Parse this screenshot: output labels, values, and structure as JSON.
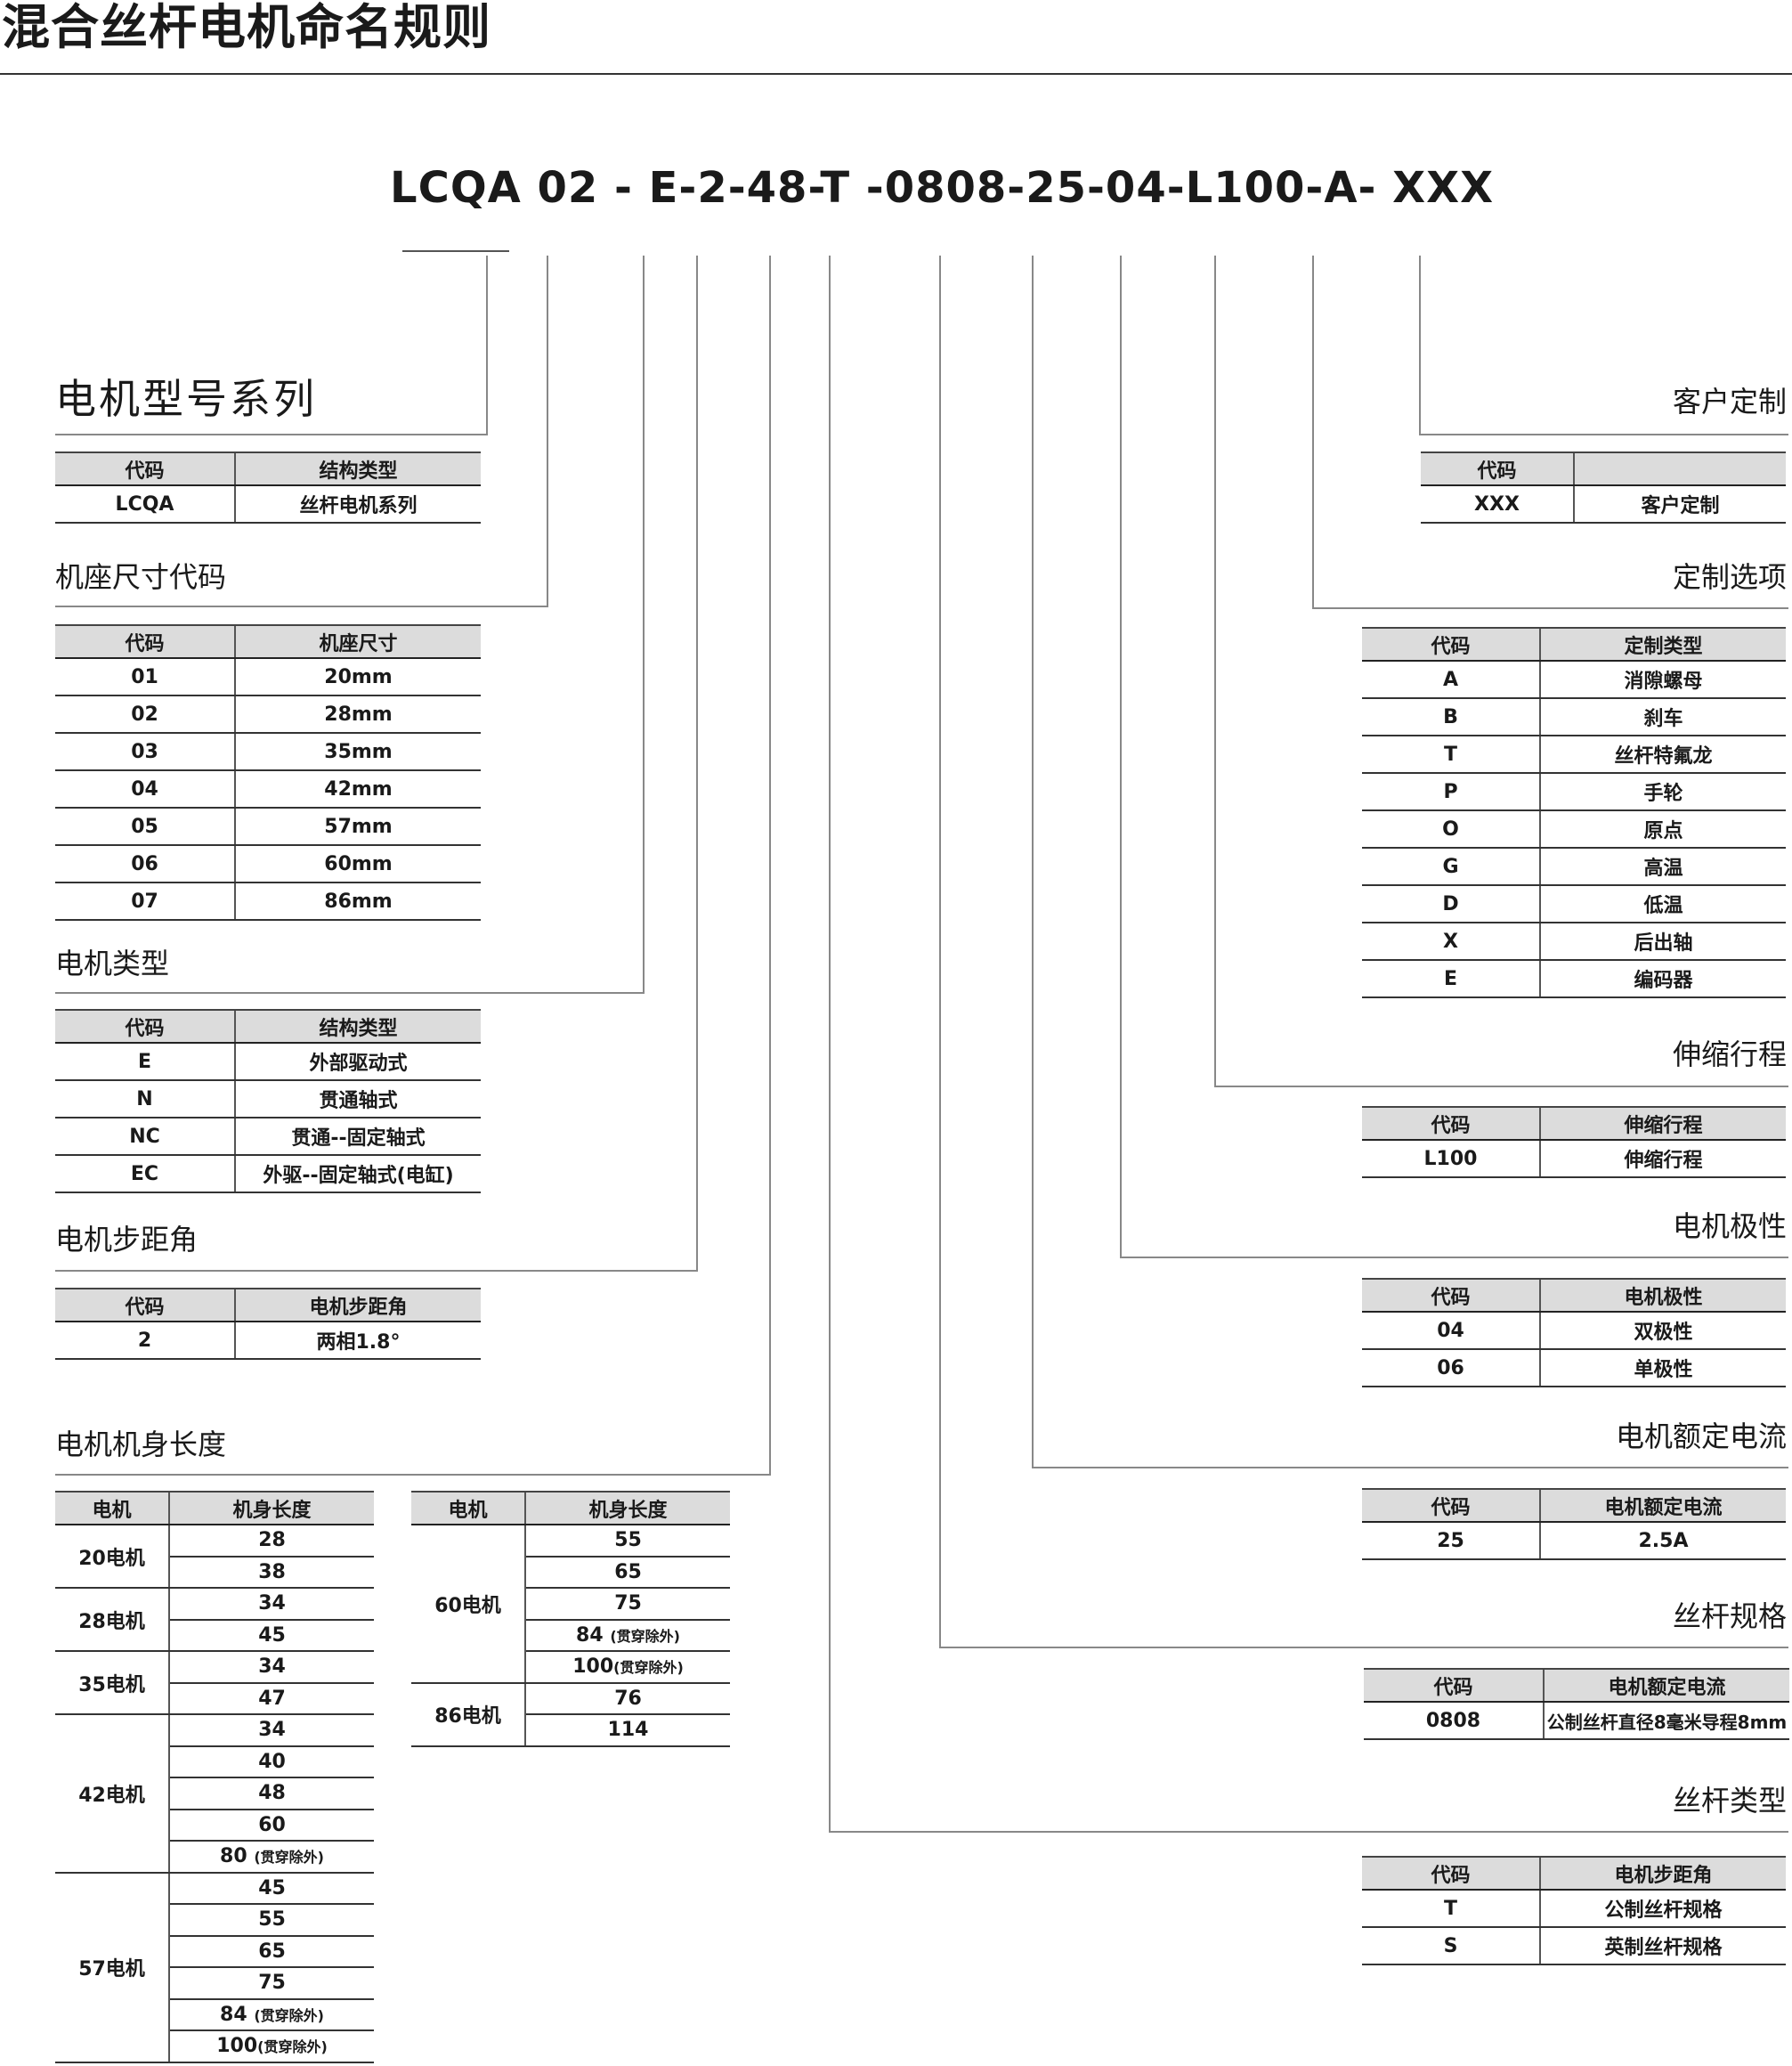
{
  "title": "混合丝杆电机命名规则",
  "model_code": "LCQA 02 - E-2-48-T -0808-25-04-L100-A- XXX",
  "sections": {
    "series": {
      "title": "电机型号系列",
      "headers": [
        "代码",
        "结构类型"
      ],
      "rows": [
        [
          "LCQA",
          "丝杆电机系列"
        ]
      ]
    },
    "frame": {
      "title": "机座尺寸代码",
      "headers": [
        "代码",
        "机座尺寸"
      ],
      "rows": [
        [
          "01",
          "20mm"
        ],
        [
          "02",
          "28mm"
        ],
        [
          "03",
          "35mm"
        ],
        [
          "04",
          "42mm"
        ],
        [
          "05",
          "57mm"
        ],
        [
          "06",
          "60mm"
        ],
        [
          "07",
          "86mm"
        ]
      ]
    },
    "motor_type": {
      "title": "电机类型",
      "headers": [
        "代码",
        "结构类型"
      ],
      "rows": [
        [
          "E",
          "外部驱动式"
        ],
        [
          "N",
          "贯通轴式"
        ],
        [
          "NC",
          "贯通--固定轴式"
        ],
        [
          "EC",
          "外驱--固定轴式(电缸)"
        ]
      ]
    },
    "step_angle": {
      "title": "电机步距角",
      "headers": [
        "代码",
        "电机步距角"
      ],
      "rows": [
        [
          "2",
          "两相1.8°"
        ]
      ]
    },
    "body_length": {
      "title": "电机机身长度",
      "headers": [
        "电机",
        "机身长度"
      ],
      "left_groups": [
        {
          "motor": "20电机",
          "lengths": [
            {
              "value": "28"
            },
            {
              "value": "38"
            }
          ]
        },
        {
          "motor": "28电机",
          "lengths": [
            {
              "value": "34"
            },
            {
              "value": "45"
            }
          ]
        },
        {
          "motor": "35电机",
          "lengths": [
            {
              "value": "34"
            },
            {
              "value": "47"
            }
          ]
        },
        {
          "motor": "42电机",
          "lengths": [
            {
              "value": "34"
            },
            {
              "value": "40"
            },
            {
              "value": "48"
            },
            {
              "value": "60"
            },
            {
              "value": "80",
              "note": "(贯穿除外)"
            }
          ]
        },
        {
          "motor": "57电机",
          "lengths": [
            {
              "value": "45"
            },
            {
              "value": "55"
            },
            {
              "value": "65"
            },
            {
              "value": "75"
            },
            {
              "value": "84",
              "note": "(贯穿除外)"
            },
            {
              "value": "100",
              "note": "(贯穿除外)"
            }
          ]
        }
      ],
      "right_groups": [
        {
          "motor": "60电机",
          "lengths": [
            {
              "value": "55"
            },
            {
              "value": "65"
            },
            {
              "value": "75"
            },
            {
              "value": "84",
              "note": "(贯穿除外)"
            },
            {
              "value": "100",
              "note": "(贯穿除外)"
            }
          ]
        },
        {
          "motor": "86电机",
          "lengths": [
            {
              "value": "76"
            },
            {
              "value": "114"
            }
          ]
        }
      ]
    },
    "customer": {
      "title": "客户定制",
      "headers": [
        "代码",
        ""
      ],
      "rows": [
        [
          "XXX",
          "客户定制"
        ]
      ]
    },
    "options": {
      "title": "定制选项",
      "headers": [
        "代码",
        "定制类型"
      ],
      "rows": [
        [
          "A",
          "消隙螺母"
        ],
        [
          "B",
          "刹车"
        ],
        [
          "T",
          "丝杆特氟龙"
        ],
        [
          "P",
          "手轮"
        ],
        [
          "O",
          "原点"
        ],
        [
          "G",
          "高温"
        ],
        [
          "D",
          "低温"
        ],
        [
          "X",
          "后出轴"
        ],
        [
          "E",
          "编码器"
        ]
      ]
    },
    "stroke": {
      "title": "伸缩行程",
      "headers": [
        "代码",
        "伸缩行程"
      ],
      "rows": [
        [
          "L100",
          "伸缩行程"
        ]
      ]
    },
    "polarity": {
      "title": "电机极性",
      "headers": [
        "代码",
        "电机极性"
      ],
      "rows": [
        [
          "04",
          "双极性"
        ],
        [
          "06",
          "单极性"
        ]
      ]
    },
    "current": {
      "title": "电机额定电流",
      "headers": [
        "代码",
        "电机额定电流"
      ],
      "rows": [
        [
          "25",
          "2.5A"
        ]
      ]
    },
    "screw_spec": {
      "title": "丝杆规格",
      "headers": [
        "代码",
        "电机额定电流"
      ],
      "rows": [
        [
          "0808",
          "公制丝杆直径8毫米导程8mm"
        ]
      ]
    },
    "screw_type": {
      "title": "丝杆类型",
      "headers": [
        "代码",
        "电机步距角"
      ],
      "rows": [
        [
          "T",
          "公制丝杆规格"
        ],
        [
          "S",
          "英制丝杆规格"
        ]
      ]
    }
  }
}
